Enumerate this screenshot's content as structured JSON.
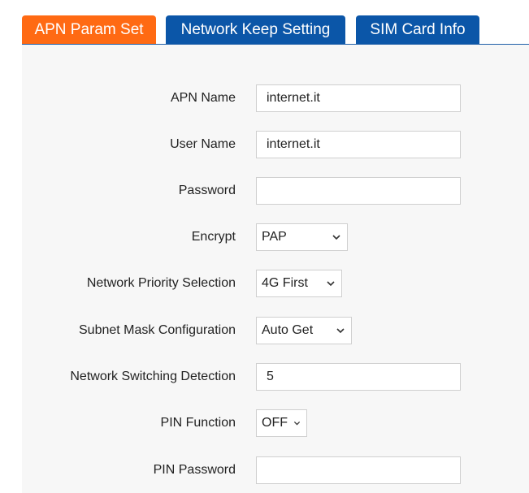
{
  "tabs": [
    {
      "label": "APN Param Set",
      "active": true
    },
    {
      "label": "Network Keep Setting",
      "active": false
    },
    {
      "label": "SIM Card Info",
      "active": false
    }
  ],
  "colors": {
    "active_tab": "#ff6a13",
    "inactive_tab": "#0b56a8",
    "panel_bg": "#f7f7f7"
  },
  "form": {
    "apn_name": {
      "label": "APN Name",
      "value": "internet.it"
    },
    "user_name": {
      "label": "User Name",
      "value": "internet.it"
    },
    "password": {
      "label": "Password",
      "value": ""
    },
    "encrypt": {
      "label": "Encrypt",
      "value": "PAP"
    },
    "network_priority": {
      "label": "Network Priority Selection",
      "value": "4G First"
    },
    "subnet_mask": {
      "label": "Subnet Mask Configuration",
      "value": "Auto Get"
    },
    "network_switching": {
      "label": "Network Switching Detection",
      "value": "5"
    },
    "pin_function": {
      "label": "PIN Function",
      "value": "OFF"
    },
    "pin_password": {
      "label": "PIN Password",
      "value": ""
    }
  },
  "icons": {
    "select_arrow": "chevron-down-icon"
  }
}
